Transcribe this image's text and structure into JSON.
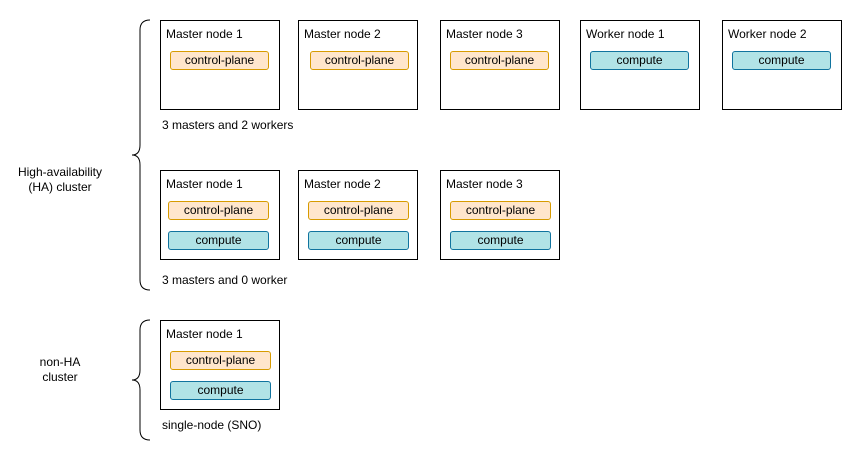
{
  "groups": [
    {
      "label_line1": "High-availability",
      "label_line2": "(HA) cluster",
      "configs": [
        {
          "caption": "3 masters and 2 workers",
          "nodes": [
            {
              "title": "Master node 1",
              "roles": [
                "control-plane"
              ]
            },
            {
              "title": "Master node 2",
              "roles": [
                "control-plane"
              ]
            },
            {
              "title": "Master node 3",
              "roles": [
                "control-plane"
              ]
            },
            {
              "title": "Worker node 1",
              "roles": [
                "compute"
              ]
            },
            {
              "title": "Worker node 2",
              "roles": [
                "compute"
              ]
            }
          ]
        },
        {
          "caption": "3 masters and 0 worker",
          "nodes": [
            {
              "title": "Master node 1",
              "roles": [
                "control-plane",
                "compute"
              ]
            },
            {
              "title": "Master node 2",
              "roles": [
                "control-plane",
                "compute"
              ]
            },
            {
              "title": "Master node 3",
              "roles": [
                "control-plane",
                "compute"
              ]
            }
          ]
        }
      ]
    },
    {
      "label_line1": "non-HA",
      "label_line2": "cluster",
      "configs": [
        {
          "caption": "single-node (SNO)",
          "nodes": [
            {
              "title": "Master node 1",
              "roles": [
                "control-plane",
                "compute"
              ]
            }
          ]
        }
      ]
    }
  ],
  "colors": {
    "control_plane_fill": "#ffe6cc",
    "control_plane_border": "#d79b00",
    "compute_fill": "#b1e3e6",
    "compute_border": "#10739e"
  }
}
